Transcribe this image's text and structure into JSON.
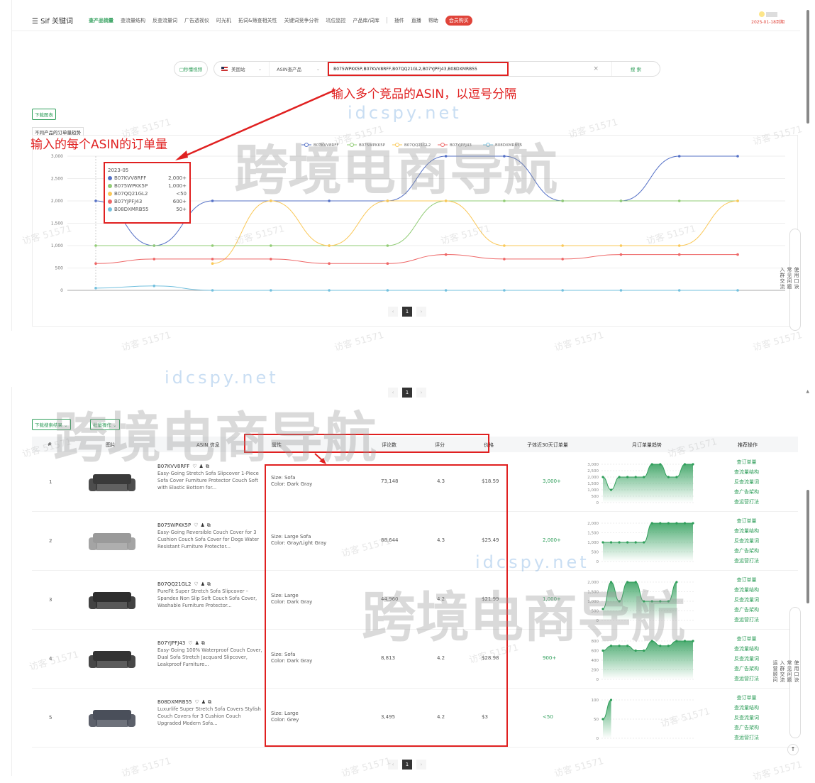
{
  "nav": {
    "logo": "Sif 关键词",
    "items": [
      "查产品销量",
      "查流量结构",
      "反查流量词",
      "广告透视仪",
      "时光机",
      "拓词&筛查相关性",
      "关键词竞争分析",
      "坑位监控",
      "产品库/词库",
      "插件",
      "直播",
      "帮助"
    ],
    "active": "查产品销量",
    "vip": "会员购买",
    "expiry": "2025-01-18到期"
  },
  "search": {
    "video_btn": "□秒懂视频",
    "site": "美国站",
    "mode": "ASIN查产品",
    "value": "B075WPKK5P,B07KVV8RFF,B07QQ21GL2,B07YJPFJ43,B08DXMRB55",
    "clear": "×",
    "submit": "搜 索"
  },
  "annotations": {
    "search": "输入多个竞品的ASIN，以逗号分隔",
    "chart": "输入的每个ASIN的订单量"
  },
  "download_chart": "下载图表",
  "chart_tab": "不同产品的订单量趋势",
  "tooltip": {
    "date": "2023-05",
    "rows": [
      {
        "asin": "B07KVV8RFF",
        "value": "2,000+",
        "color": "#5470c6"
      },
      {
        "asin": "B075WPKK5P",
        "value": "1,000+",
        "color": "#91cc75"
      },
      {
        "asin": "B07QQ21GL2",
        "value": "<50",
        "color": "#fac858"
      },
      {
        "asin": "B07YJPFJ43",
        "value": "600+",
        "color": "#ee6666"
      },
      {
        "asin": "B08DXMRB55",
        "value": "50+",
        "color": "#73c0de"
      }
    ]
  },
  "chart_data": {
    "type": "line",
    "title": "",
    "ylim": [
      0,
      3000
    ],
    "yticks": [
      "0",
      "500",
      "1,000",
      "1,500",
      "2,000",
      "2,500",
      "3,000"
    ],
    "grid": true,
    "legend_position": "top",
    "series": [
      {
        "name": "B07KVV8RFF",
        "color": "#5470c6",
        "values": [
          2000,
          1000,
          2000,
          2000,
          2000,
          2000,
          3000,
          3000,
          2000,
          2000,
          3000,
          3000
        ]
      },
      {
        "name": "B075WPKK5P",
        "color": "#91cc75",
        "values": [
          1000,
          1000,
          1000,
          1000,
          1000,
          1000,
          2000,
          2000,
          2000,
          2000,
          2000,
          2000
        ]
      },
      {
        "name": "B07QQ21GL2",
        "color": "#fac858",
        "values": [
          null,
          null,
          600,
          2000,
          1000,
          2000,
          2000,
          1000,
          1000,
          1000,
          1000,
          2000
        ]
      },
      {
        "name": "B07YJPFJ43",
        "color": "#ee6666",
        "values": [
          600,
          700,
          700,
          700,
          600,
          600,
          800,
          700,
          700,
          800,
          800,
          800
        ]
      },
      {
        "name": "B08DXMRB55",
        "color": "#73c0de",
        "values": [
          50,
          100,
          0,
          0,
          0,
          0,
          0,
          0,
          0,
          0,
          0,
          0
        ]
      }
    ]
  },
  "pager": {
    "prev": "‹",
    "page": "1",
    "next": "›"
  },
  "table": {
    "download_btn": "下载搜索结果",
    "batch_btn": "批量操作",
    "headers": {
      "index": "#",
      "image": "图片",
      "asin": "ASIN 信息",
      "attr": "属性",
      "reviews": "评论数",
      "rating": "评分",
      "price": "价格",
      "orders": "子体近30天订单量",
      "trend": "月订单量趋势",
      "actions": "推荐操作"
    },
    "actions": [
      "查订单量",
      "查流量结构",
      "反查流量词",
      "查广告架构",
      "查运营打法"
    ],
    "rows": [
      {
        "index": "1",
        "asin": "B07KVV8RFF",
        "title": "Easy-Going Stretch Sofa Slipcover 1-Piece Sofa Cover Furniture Protector Couch Soft with Elastic Bottom for...",
        "size": "Size: Sofa",
        "color": "Color: Dark Gray",
        "reviews": "73,148",
        "rating": "4.3",
        "price": "$18.59",
        "orders": "3,000+",
        "trend_ticks": [
          "0",
          "500",
          "1,000",
          "1,500",
          "2,000",
          "2,500",
          "3,000"
        ],
        "trend_max": 3000,
        "trend": [
          2000,
          1000,
          2000,
          2000,
          2000,
          2000,
          3000,
          3000,
          2000,
          2000,
          3000,
          3000
        ],
        "sofa_color": "#3a3a3a"
      },
      {
        "index": "2",
        "asin": "B075WPKK5P",
        "title": "Easy-Going Reversible Couch Cover for 3 Cushion Couch Sofa Cover for Dogs Water Resistant Furniture Protector...",
        "size": "Size: Large Sofa",
        "color": "Color: Gray/Light Gray",
        "reviews": "88,644",
        "rating": "4.3",
        "price": "$25.49",
        "orders": "2,000+",
        "trend_ticks": [
          "0",
          "500",
          "1,000",
          "1,500",
          "2,000"
        ],
        "trend_max": 2000,
        "trend": [
          1000,
          1000,
          1000,
          1000,
          1000,
          1000,
          2000,
          2000,
          2000,
          2000,
          2000,
          2000
        ],
        "sofa_color": "#9a9a9a"
      },
      {
        "index": "3",
        "asin": "B07QQ21GL2",
        "title": "PureFit Super Stretch Sofa Slipcover – Spandex Non Slip Soft Couch Sofa Cover, Washable Furniture Protector...",
        "size": "Size: Large",
        "color": "Color: Dark Gray",
        "reviews": "44,960",
        "rating": "4.2",
        "price": "$21.99",
        "orders": "1,000+",
        "trend_ticks": [
          "0",
          "500",
          "1,000",
          "1,500",
          "2,000"
        ],
        "trend_max": 2000,
        "trend": [
          600,
          2000,
          1000,
          2000,
          2000,
          1000,
          1000,
          1000,
          1000,
          2000
        ],
        "sofa_color": "#2e2e2e"
      },
      {
        "index": "4",
        "asin": "B07YJPFJ43",
        "title": "Easy-Going 100% Waterproof Couch Cover, Dual Sofa Stretch Jacquard Slipcover, Leakproof Furniture...",
        "size": "Size: Sofa",
        "color": "Color: Dark Gray",
        "reviews": "8,813",
        "rating": "4.2",
        "price": "$28.98",
        "orders": "900+",
        "trend_ticks": [
          "0",
          "200",
          "400",
          "600",
          "800"
        ],
        "trend_max": 800,
        "trend": [
          600,
          700,
          700,
          700,
          600,
          600,
          800,
          700,
          700,
          800,
          800,
          800
        ],
        "sofa_color": "#333"
      },
      {
        "index": "5",
        "asin": "B08DXMRB55",
        "title": "Luxurlife Super Stretch Sofa Covers Stylish Couch Covers for 3 Cushion Couch Upgraded Modern Sofa...",
        "size": "Size: Large",
        "color": "Color: Grey",
        "reviews": "3,495",
        "rating": "4.2",
        "price": "$3",
        "orders": "<50",
        "trend_ticks": [
          "0",
          "50",
          "100"
        ],
        "trend_max": 100,
        "trend": [
          50,
          100
        ],
        "sofa_color": "#4a4f5a"
      }
    ]
  },
  "sidetool": [
    "使用口诀",
    "常见问题",
    "入群交流",
    "运营顾问"
  ],
  "watermark": {
    "main": "跨境电商导航",
    "site": "idcspy.net",
    "visitor": "访客 51571"
  },
  "colors": {
    "accent": "#2f9e5a",
    "annotation": "#e02020"
  }
}
